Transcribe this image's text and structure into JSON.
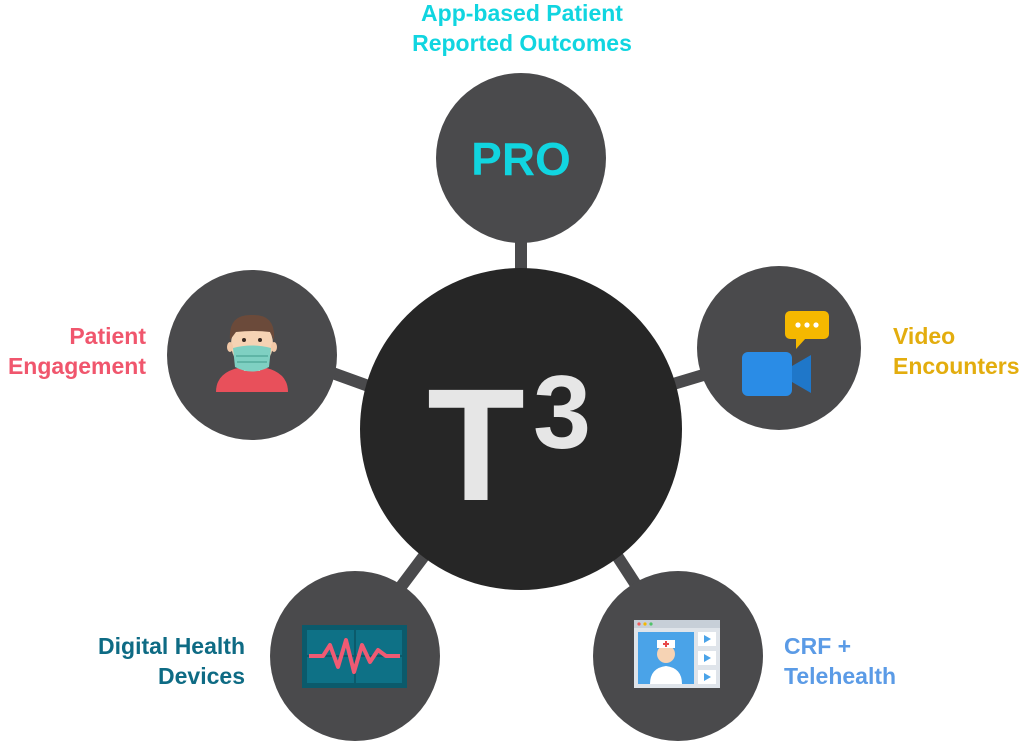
{
  "hub": {
    "title": "T",
    "superscript": "3"
  },
  "nodes": [
    {
      "id": "pro",
      "badge": "PRO",
      "label_lines": [
        "App-based Patient",
        "Reported Outcomes"
      ],
      "color": "#11d5e0",
      "icon": "pro-text-badge"
    },
    {
      "id": "patient",
      "label_lines": [
        "Patient",
        "Engagement"
      ],
      "color": "#f0566d",
      "icon": "masked-patient-icon"
    },
    {
      "id": "video",
      "label_lines": [
        "Video",
        "Encounters"
      ],
      "color": "#e3ad0e",
      "icon": "video-camera-chat-icon"
    },
    {
      "id": "digital",
      "label_lines": [
        "Digital Health",
        "Devices"
      ],
      "color": "#0e6b84",
      "icon": "heart-rate-monitor-icon"
    },
    {
      "id": "crf",
      "label_lines": [
        "CRF +",
        "Telehealth"
      ],
      "color": "#5b9be6",
      "icon": "telehealth-screen-icon"
    }
  ],
  "colors": {
    "hub": "#262626",
    "node": "#4a4a4c",
    "connector": "#4a4a4c",
    "hub_text": "#e6e6e6"
  }
}
